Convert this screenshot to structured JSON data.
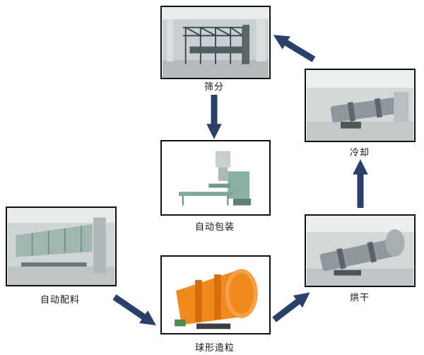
{
  "diagram": {
    "steps": {
      "batching": {
        "label": "自动配料"
      },
      "granulation": {
        "label": "球形造粒"
      },
      "drying": {
        "label": "烘干"
      },
      "cooling": {
        "label": "冷却"
      },
      "screening": {
        "label": "筛分"
      },
      "packaging": {
        "label": "自动包装"
      }
    },
    "flow": [
      "batching",
      "granulation",
      "drying",
      "cooling",
      "screening",
      "packaging"
    ],
    "colors": {
      "arrow": "#2b3f6b",
      "frame": "#111111",
      "drum_orange": "#f08a1c",
      "steel_gray": "#9aa3a8",
      "machine_green": "#7fa79a"
    }
  }
}
